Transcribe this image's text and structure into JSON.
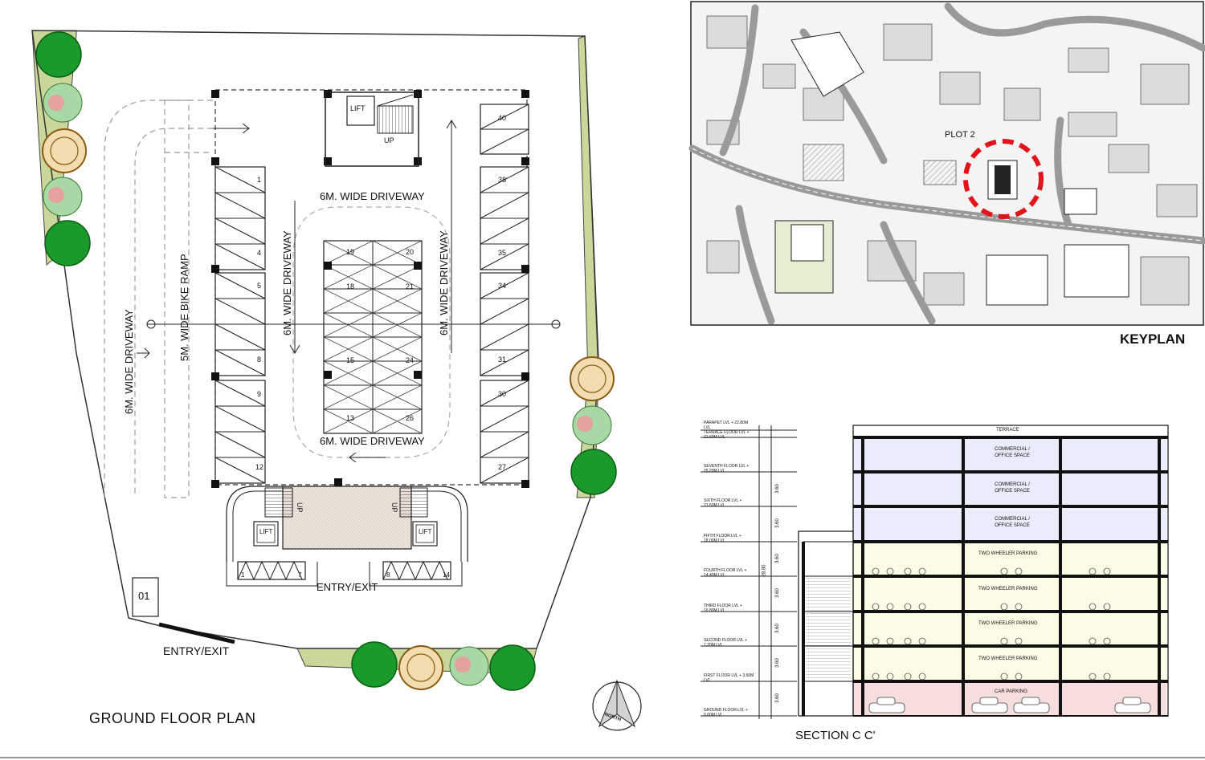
{
  "titles": {
    "ground_floor": "GROUND  FLOOR PLAN",
    "keyplan": "KEYPLAN",
    "section": "SECTION   C C'"
  },
  "plan": {
    "driveway_top": "6M. WIDE DRIVEWAY",
    "driveway_bottom": "6M. WIDE DRIVEWAY",
    "driveway_left_inner": "6M. WIDE DRIVEWAY",
    "driveway_right_inner": "6M. WIDE DRIVEWAY",
    "driveway_outer": "6M. WIDE DRIVEWAY",
    "bike_ramp": "5M. WIDE BIKE RAMP",
    "lift": "LIFT",
    "up": "UP",
    "entry_exit_core": "ENTRY/EXIT",
    "entry_exit_gate": "ENTRY/EXIT",
    "guard_room": "01",
    "north": "NORTH",
    "slots_left": [
      "1",
      "4",
      "5",
      "8",
      "9",
      "12"
    ],
    "slots_center": [
      "19",
      "20",
      "18",
      "21",
      "15",
      "24",
      "13",
      "26"
    ],
    "slots_right": [
      "40",
      "38",
      "35",
      "34",
      "31",
      "30",
      "27"
    ],
    "bike_slots": [
      "1",
      "7",
      "8",
      "14"
    ]
  },
  "keyplan": {
    "plot_label": "PLOT 2"
  },
  "section": {
    "levels": [
      {
        "name": "PARAPET LVL + 22.80M LVL"
      },
      {
        "name": "TERRACE FLOOR LVL + 21.60M LVL"
      },
      {
        "name": "SEVENTH FLOOR LVL + 25.20M LVL"
      },
      {
        "name": "SIXTH FLOOR LVL + 21.60M LVL"
      },
      {
        "name": "FIFTH FLOOR LVL + 18.00M LVL"
      },
      {
        "name": "FOURTH FLOOR LVL + 14.40M LVL"
      },
      {
        "name": "THIRD FLOOR LVL + 10.80M LVL"
      },
      {
        "name": "SECOND FLOOR LVL + 7.20M LVL"
      },
      {
        "name": "FIRST FLOOR LVL + 3.60M LVL"
      },
      {
        "name": "GROUND FLOOR LVL + 0.00M LVL"
      }
    ],
    "heights": [
      "3.60",
      "3.60",
      "3.60",
      "3.60",
      "3.60",
      "3.60",
      "3.60"
    ],
    "total_height": "28.80",
    "floors": [
      {
        "label": "TERRACE"
      },
      {
        "label": "COMMERCIAL / OFFICE SPACE"
      },
      {
        "label": "COMMERCIAL / OFFICE SPACE"
      },
      {
        "label": "COMMERCIAL / OFFICE SPACE"
      },
      {
        "label": "TWO WHEELER PARKING"
      },
      {
        "label": "TWO WHEELER PARKING"
      },
      {
        "label": "TWO WHEELER PARKING"
      },
      {
        "label": "TWO WHEELER PARKING"
      },
      {
        "label": "CAR PARKING"
      }
    ]
  },
  "colors": {
    "landscape": "#c9d89a",
    "tree_green": "#1a9a2a",
    "office_fill": "#e8ecfb",
    "parking_fill": "#fbfbe6",
    "car_fill": "#f6dede",
    "core_fill": "#e8dfd6",
    "plot_marker": "#e0141a",
    "road_fill": "#9a9a9a"
  }
}
